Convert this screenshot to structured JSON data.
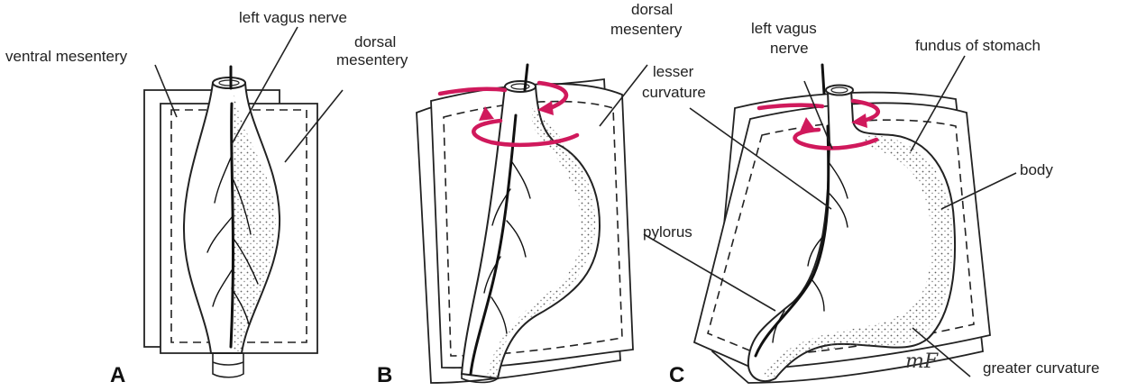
{
  "labels": {
    "ventral_mesentery": "ventral mesentery",
    "left_vagus_nerve_a": "left vagus nerve",
    "dorsal_mesentery_a_line1": "dorsal",
    "dorsal_mesentery_a_line2": "mesentery",
    "dorsal_mesentery_b_line1": "dorsal",
    "dorsal_mesentery_b_line2": "mesentery",
    "lesser_curvature_line1": "lesser",
    "lesser_curvature_line2": "curvature",
    "left_vagus_nerve_c_line1": "left vagus",
    "left_vagus_nerve_c_line2": "nerve",
    "fundus_of_stomach": "fundus of stomach",
    "body": "body",
    "pylorus": "pylorus",
    "greater_curvature": "greater curvature"
  },
  "panels": {
    "a": "A",
    "b": "B",
    "c": "C"
  },
  "signature": "mF",
  "colors": {
    "rotation_arrow": "#d0195c",
    "ink": "#222222"
  }
}
